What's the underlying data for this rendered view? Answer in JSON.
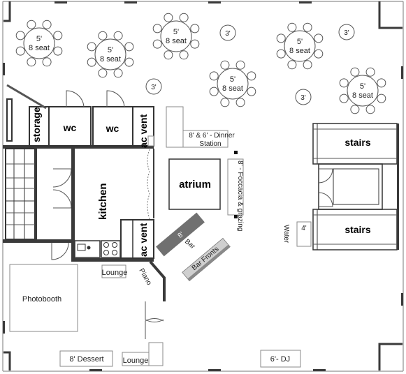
{
  "tables_5ft": [
    {
      "size": "5'",
      "seats": "8 seat"
    },
    {
      "size": "5'",
      "seats": "8 seat"
    },
    {
      "size": "5'",
      "seats": "8 seat"
    },
    {
      "size": "5'",
      "seats": "8 seat"
    },
    {
      "size": "5'",
      "seats": "8 seat"
    },
    {
      "size": "5'",
      "seats": "8 seat"
    }
  ],
  "tables_3ft": [
    "3'",
    "3'",
    "3'",
    "3'"
  ],
  "rooms": {
    "storage": "storage",
    "wc1": "wc",
    "wc2": "wc",
    "ac_vent_top": "ac vent",
    "ac_vent_bottom": "ac vent",
    "kitchen": "kitchen",
    "atrium": "atrium",
    "stairs_top": "stairs",
    "stairs_bottom": "stairs",
    "photobooth": "Photobooth"
  },
  "stations": {
    "dinner": "8' & 6' - Dinner Station",
    "dinner_line1": "8' & 6' - Dinner",
    "dinner_line2": "Station",
    "foccacia": "8' - Foccacia & grazing",
    "bar_size": "8'",
    "bar": "Bar",
    "bar_fronts": "Bar Fronts",
    "water_size": "4'",
    "water": "Water",
    "lounge_top": "Lounge",
    "piano": "Piano",
    "dessert": "8' Dessert",
    "lounge_bottom": "Lounge",
    "dj": "6'- DJ"
  }
}
